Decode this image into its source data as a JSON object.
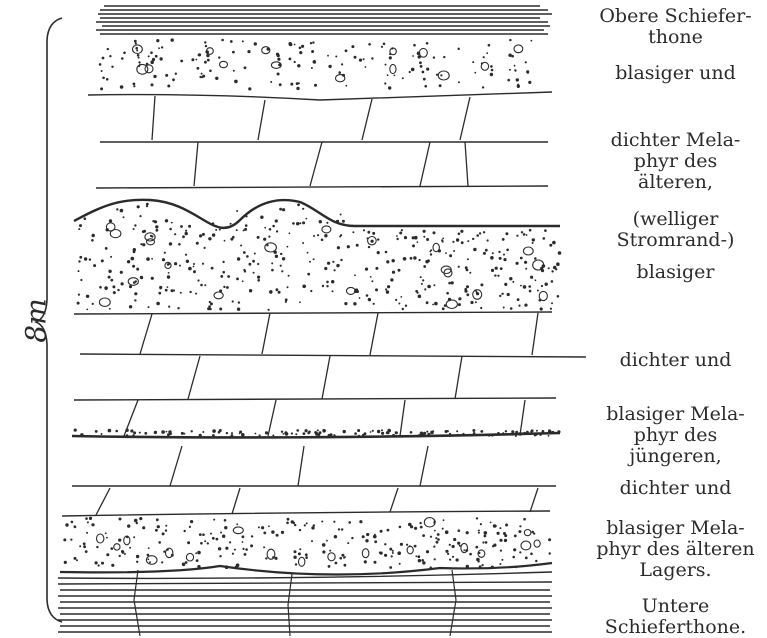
{
  "scale_label": "8m",
  "labels": [
    {
      "lines": [
        "Obere Schiefer-",
        "thone"
      ]
    },
    {
      "lines": [
        "blasiger und"
      ]
    },
    {
      "lines": [
        "dichter Mela-",
        "phyr des",
        "älteren,"
      ]
    },
    {
      "lines": [
        "(welliger",
        "Stromrand-)"
      ]
    },
    {
      "lines": [
        "blasiger"
      ]
    },
    {
      "lines": [
        "dichter und"
      ]
    },
    {
      "lines": [
        "blasiger Mela-",
        "phyr des",
        "jüngeren,"
      ]
    },
    {
      "lines": [
        "dichter und"
      ]
    },
    {
      "lines": [
        "blasiger Mela-",
        "phyr des älteren",
        "Lagers."
      ]
    },
    {
      "lines": [
        "Untere",
        "Schieferthone."
      ]
    }
  ],
  "strata": [
    {
      "name": "upper-shale",
      "kind": "shale"
    },
    {
      "name": "vesicular-melaphyre-older-top",
      "kind": "vesicular"
    },
    {
      "name": "dense-melaphyre-older",
      "kind": "dense"
    },
    {
      "name": "vesicular-melaphyre-older-wavy",
      "kind": "vesicular"
    },
    {
      "name": "dense-melaphyre-younger",
      "kind": "dense"
    },
    {
      "name": "vesicular-seam-younger",
      "kind": "vesicular-seam"
    },
    {
      "name": "dense-melaphyre-younger-lower",
      "kind": "dense"
    },
    {
      "name": "vesicular-melaphyre-older-bed",
      "kind": "vesicular"
    },
    {
      "name": "lower-shale",
      "kind": "shale"
    }
  ]
}
